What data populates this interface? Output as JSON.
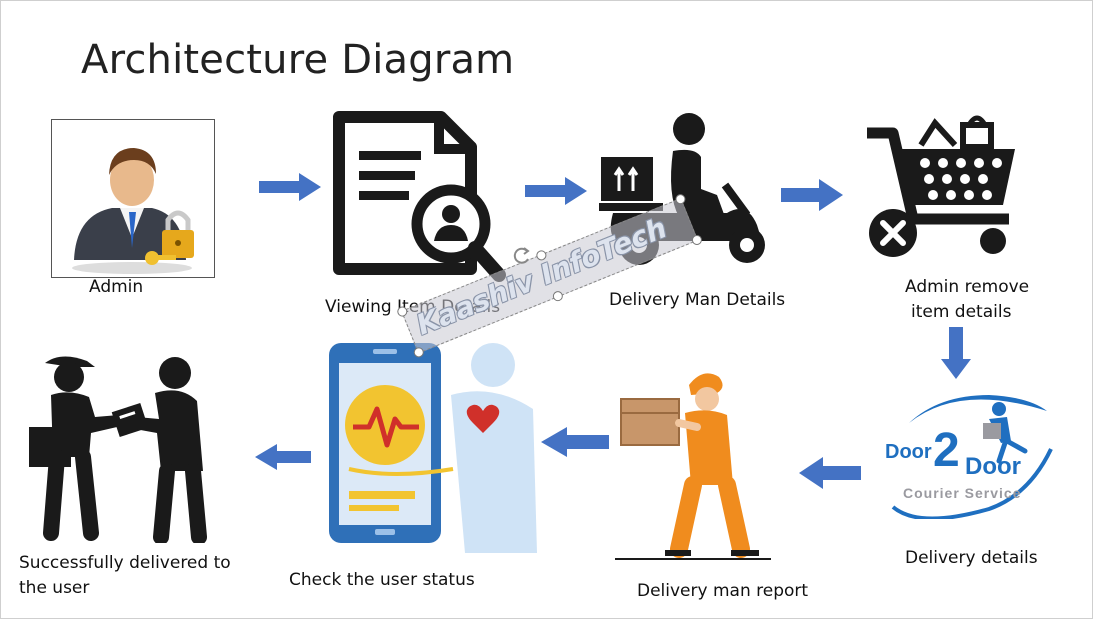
{
  "title": "Architecture Diagram",
  "colors": {
    "arrow": "#4472C4",
    "icon": "#1a1a1a",
    "brand_blue": "#1f6fc0",
    "orange": "#f08c1e"
  },
  "nodes": {
    "admin": {
      "label": "Admin",
      "icon": "admin-user-icon"
    },
    "viewing": {
      "label": "Viewing Item Details",
      "icon": "document-search-icon"
    },
    "delivery_man": {
      "label": "Delivery Man Details",
      "icon": "scooter-delivery-icon"
    },
    "admin_remove": {
      "label_line1": "Admin remove",
      "label_line2": "item details",
      "icon": "cart-remove-icon"
    },
    "delivery_details": {
      "label": "Delivery details",
      "icon": "door2door-logo",
      "logo_word1": "Door",
      "logo_num": "2",
      "logo_word2": "Door",
      "logo_tag": "Courier Service"
    },
    "delivery_report": {
      "label": "Delivery man report",
      "icon": "delivery-man-box-icon"
    },
    "check_status": {
      "label": "Check the user status",
      "icon": "phone-health-icon"
    },
    "delivered": {
      "label_line1": "Successfully delivered to",
      "label_line2": "the user",
      "icon": "handover-package-icon"
    }
  },
  "watermark": {
    "text": "Kaashiv InfoTech"
  }
}
